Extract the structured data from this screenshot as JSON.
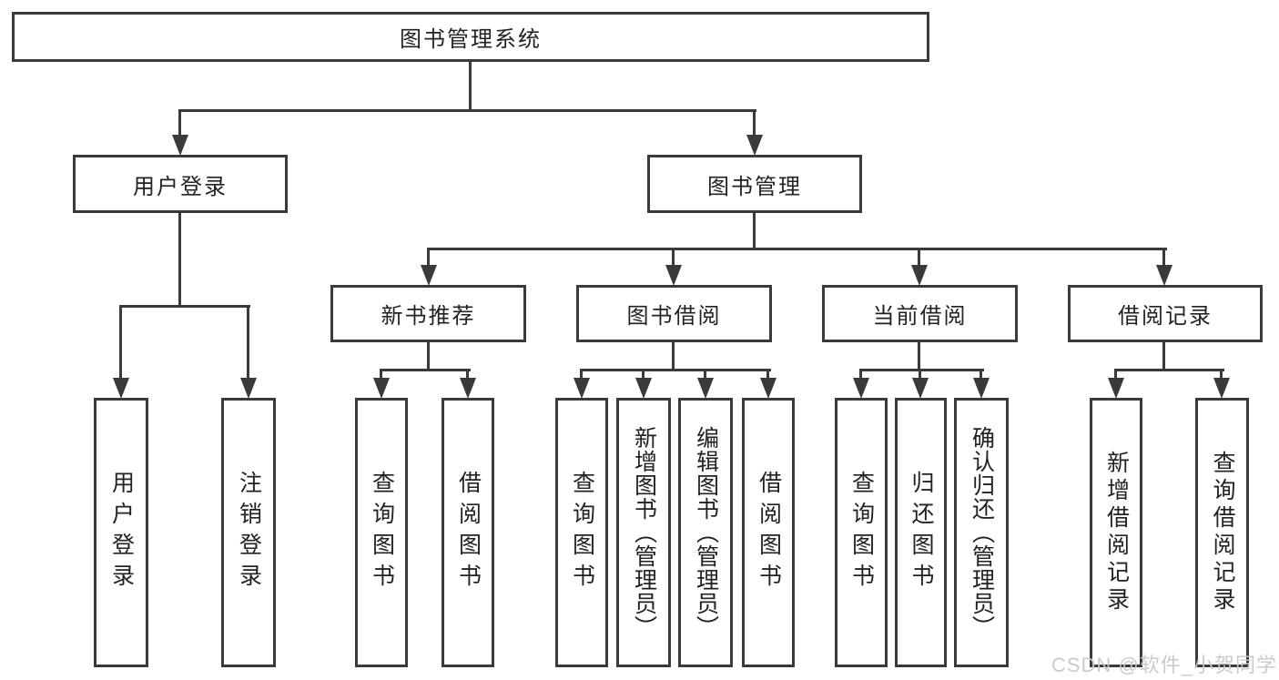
{
  "root": {
    "label": "图书管理系统"
  },
  "level2": {
    "user_login": "用户登录",
    "book_mgmt": "图书管理"
  },
  "level3": {
    "new_books": "新书推荐",
    "borrow": "图书借阅",
    "current": "当前借阅",
    "records": "借阅记录"
  },
  "leaves": {
    "login": "用户登录",
    "logout": "注销登录",
    "nb_query": "查询图书",
    "nb_borrow": "借阅图书",
    "bb_query": "查询图书",
    "bb_add": "新增图书（管理员）",
    "bb_edit": "编辑图书（管理员）",
    "bb_borrow": "借阅图书",
    "cb_query": "查询图书",
    "cb_return": "归还图书",
    "cb_confirm": "确认归还（管理员）",
    "rec_add": "新增借阅记录",
    "rec_query": "查询借阅记录"
  },
  "watermark": "CSDN @软件_小贺同学",
  "colors": {
    "line": "#3a3a3a",
    "text": "#222222",
    "background": "#ffffff",
    "watermark": "#c6c9cd"
  }
}
